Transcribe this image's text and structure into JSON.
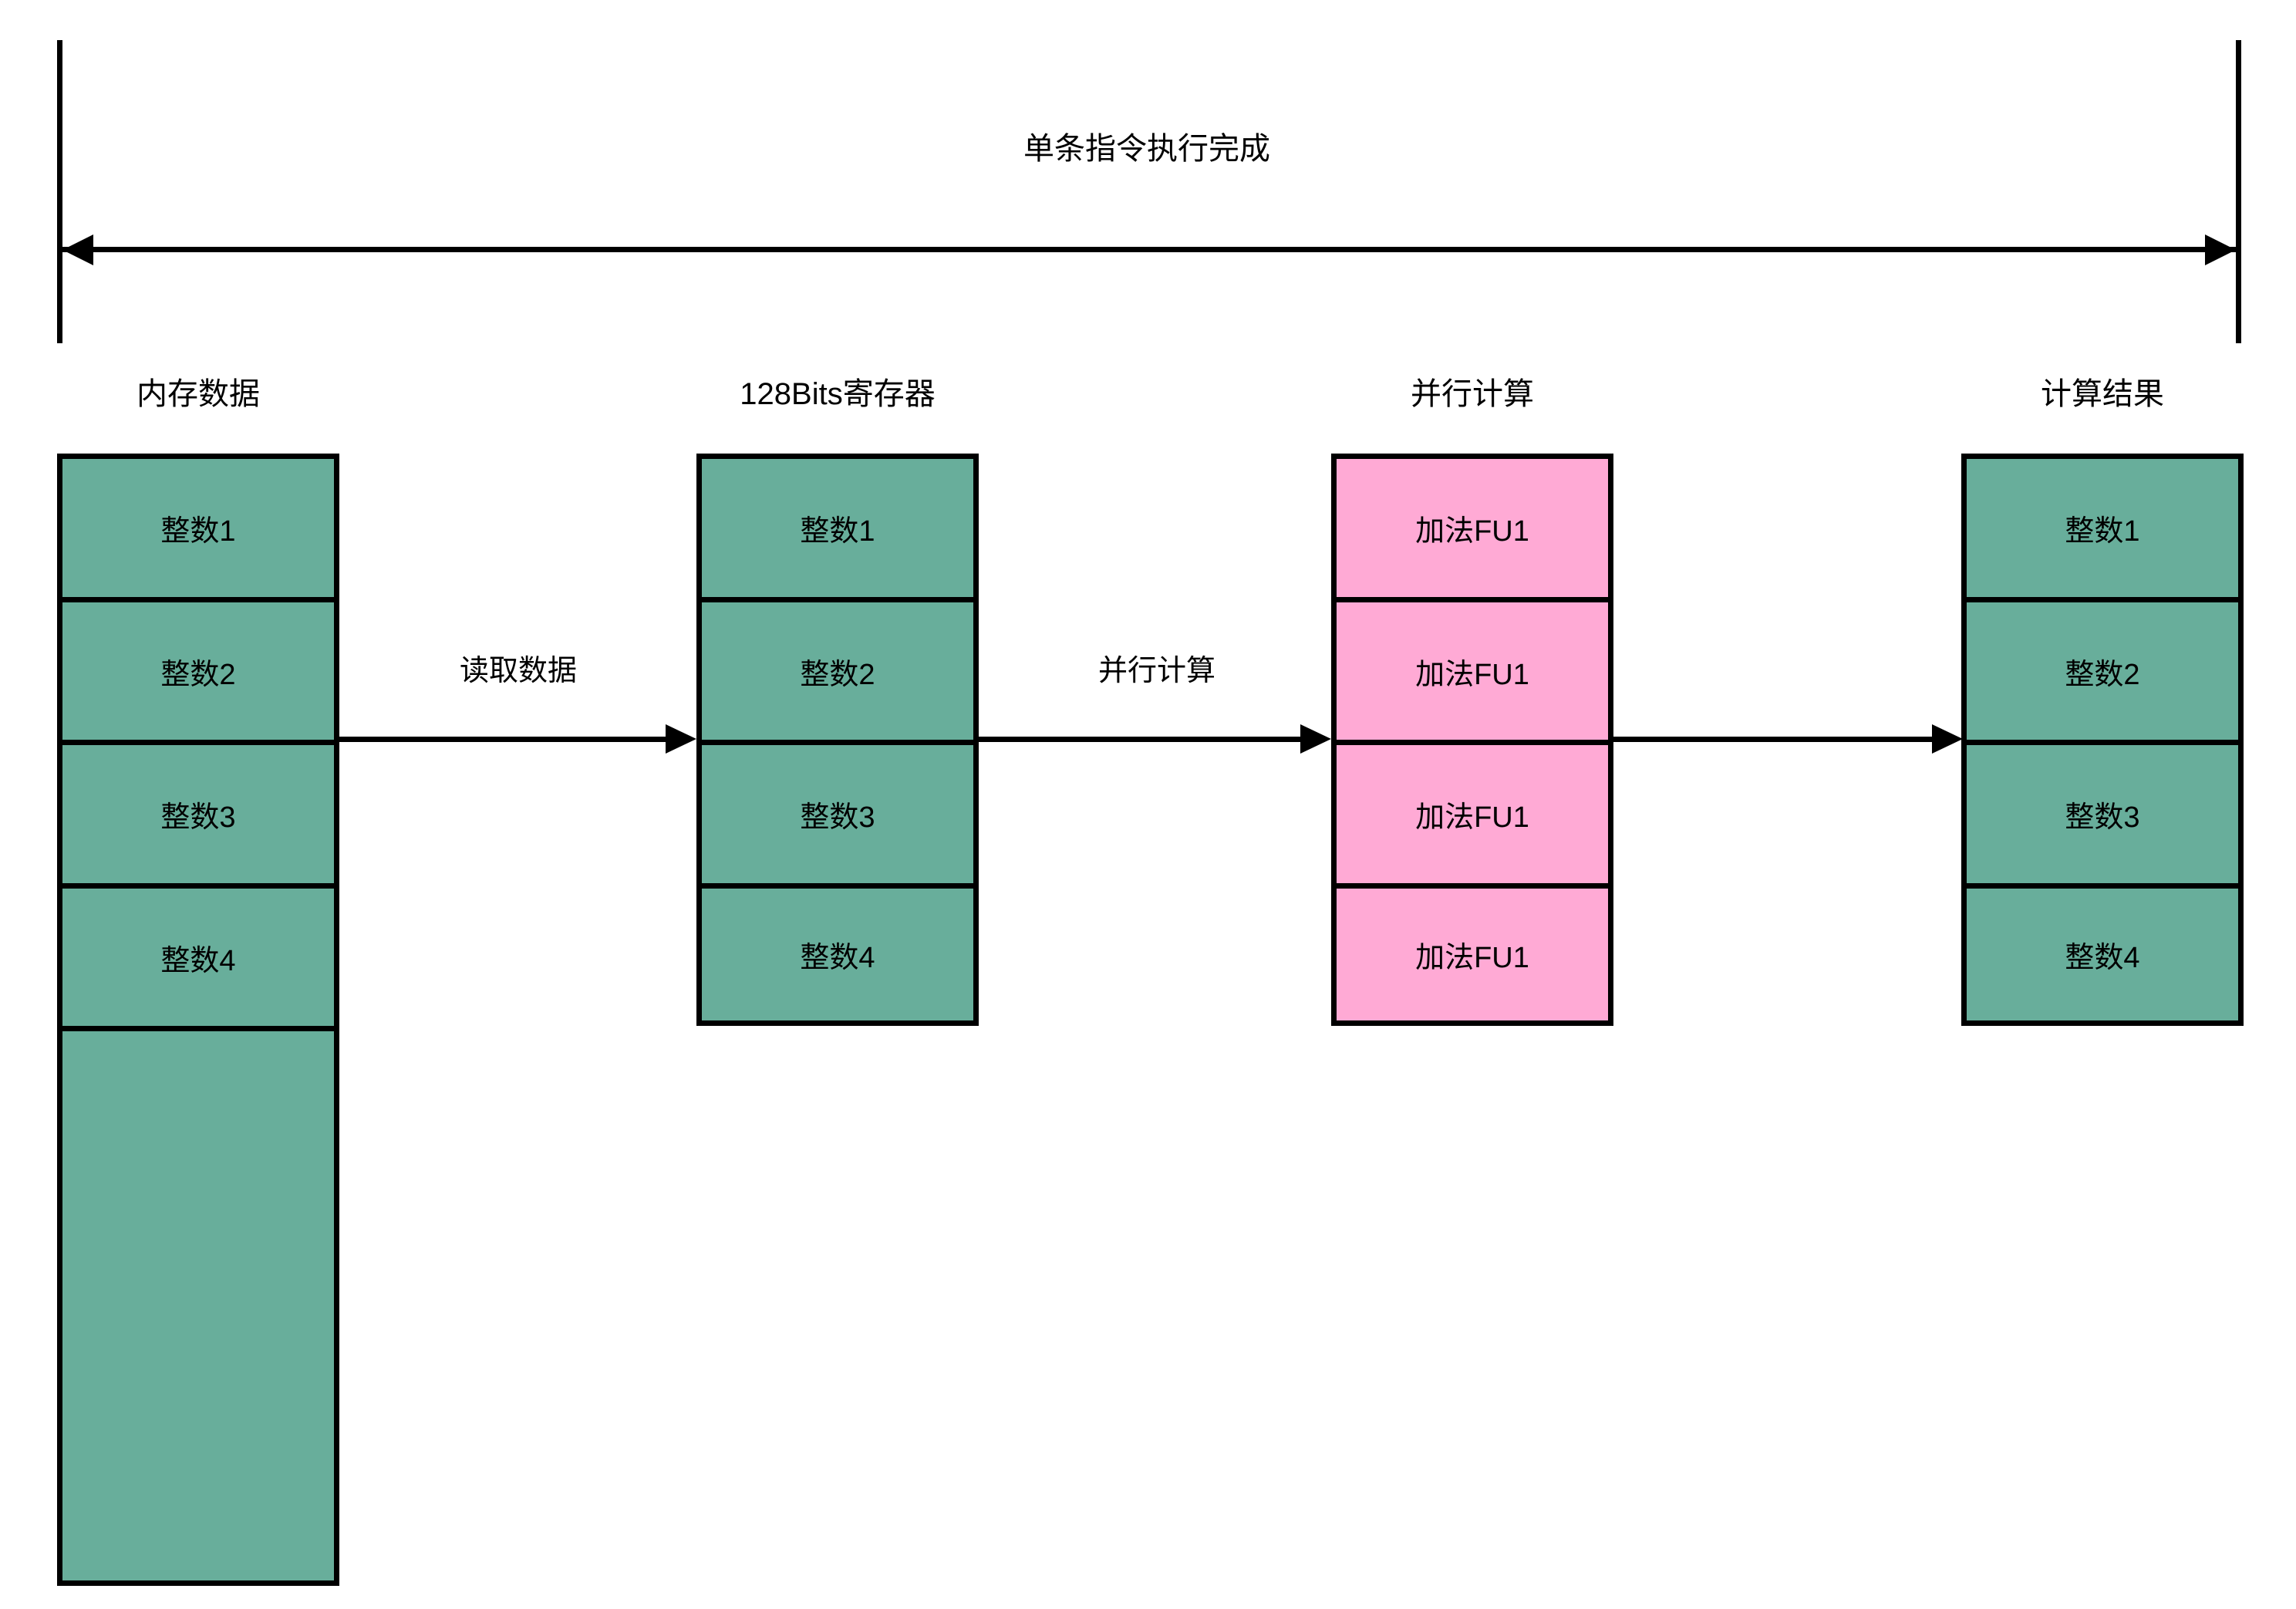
{
  "diagram": {
    "span": {
      "title": "单条指令执行完成"
    },
    "columns": [
      {
        "id": "memory",
        "header": "内存数据",
        "color": "#68ae9b",
        "cells": [
          "整数1",
          "整数2",
          "整数3",
          "整数4",
          ""
        ]
      },
      {
        "id": "register",
        "header": "128Bits寄存器",
        "color": "#68ae9b",
        "cells": [
          "整数1",
          "整数2",
          "整数3",
          "整数4"
        ]
      },
      {
        "id": "parallel-compute",
        "header": "并行计算",
        "color": "#ffaad5",
        "cells": [
          "加法FU1",
          "加法FU1",
          "加法FU1",
          "加法FU1"
        ]
      },
      {
        "id": "result",
        "header": "计算结果",
        "color": "#68ae9b",
        "cells": [
          "整数1",
          "整数2",
          "整数3",
          "整数4"
        ]
      }
    ],
    "arrows": [
      {
        "id": "read-data",
        "label": "读取数据"
      },
      {
        "id": "parallel-compute",
        "label": "并行计算"
      },
      {
        "id": "result-flow",
        "label": ""
      }
    ],
    "colors": {
      "green": "#68ae9b",
      "pink": "#ffaad5",
      "stroke": "#000000",
      "background": "#ffffff"
    }
  }
}
